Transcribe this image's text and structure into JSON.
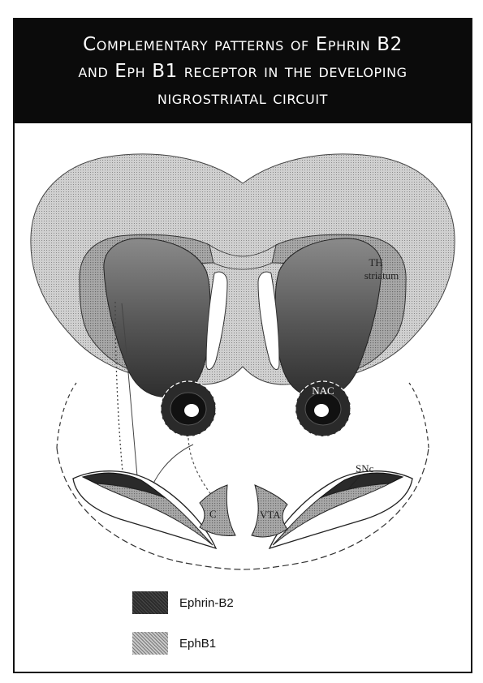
{
  "title": {
    "line1": "Complementary patterns of Ephrin B2",
    "line2": "and Eph B1 receptor in the developing",
    "line3": "nigrostriatal circuit"
  },
  "labels": {
    "th": "TH",
    "striatum": "striatum",
    "nac": "NAC",
    "snc": "SNc",
    "vta": "VTA",
    "c": "C"
  },
  "legend": {
    "ephrin_b2": "Ephrin-B2",
    "ephb1": "EphB1"
  },
  "colors": {
    "title_bar": "#0b0b0b",
    "outer_shade": "#bcbcbc",
    "striatum_dark": "#555555",
    "ephb1_light": "#9a9a9a"
  }
}
